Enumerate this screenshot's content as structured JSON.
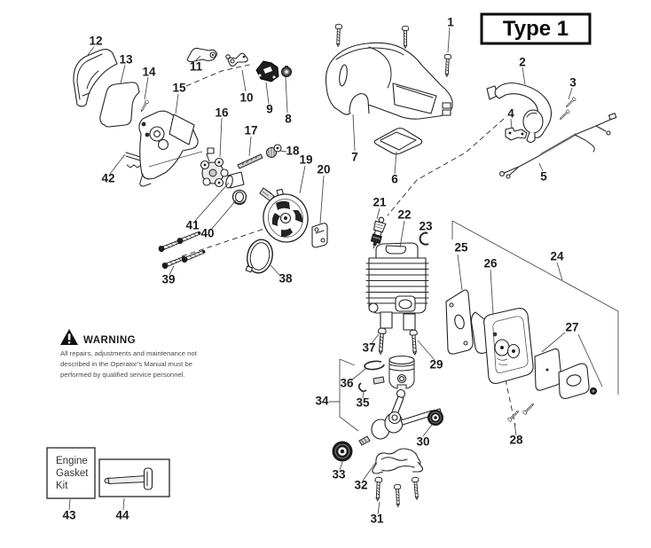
{
  "diagram": {
    "type_label": "Type 1",
    "part_refs": [
      "1",
      "2",
      "3",
      "4",
      "5",
      "6",
      "7",
      "8",
      "9",
      "10",
      "11",
      "12",
      "13",
      "14",
      "15",
      "16",
      "17",
      "18",
      "19",
      "20",
      "21",
      "22",
      "23",
      "24",
      "25",
      "26",
      "27",
      "28",
      "29",
      "30",
      "31",
      "32",
      "33",
      "34",
      "35",
      "36",
      "37",
      "38",
      "39",
      "40",
      "41",
      "42",
      "43",
      "44"
    ],
    "warning": {
      "title": "WARNING",
      "lines": [
        "All repairs, adjustments and maintenance not",
        "described in the Operator's Manual must be",
        "performed by qualified service personnel."
      ]
    },
    "gasket_kit": {
      "lines": [
        "Engine",
        "Gasket",
        "Kit"
      ]
    }
  }
}
